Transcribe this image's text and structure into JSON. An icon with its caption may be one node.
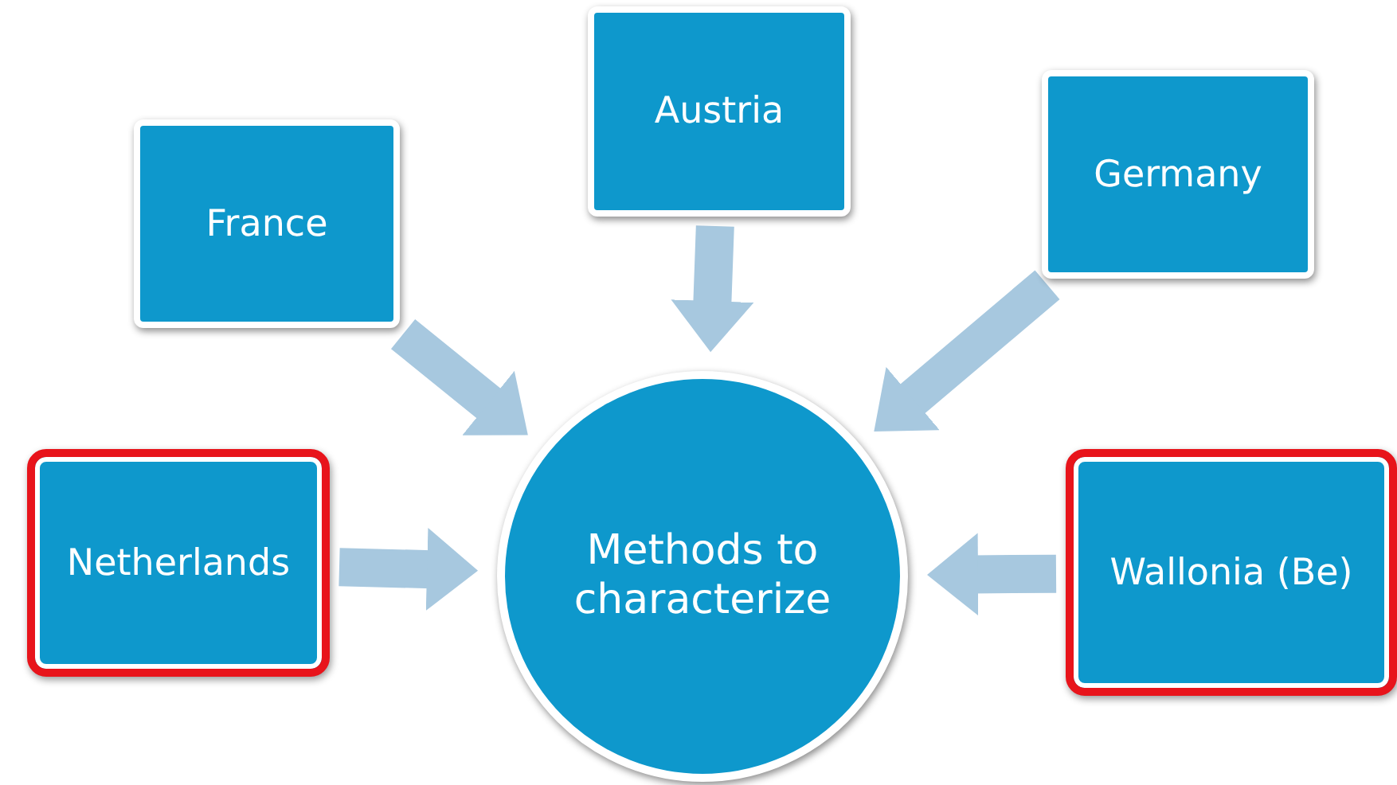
{
  "diagram": {
    "nodes": [
      {
        "text": [
          "Austria"
        ]
      },
      {
        "text": [
          "France"
        ]
      },
      {
        "text": [
          "Germany"
        ]
      },
      {
        "text": [
          "Netherlands"
        ]
      },
      {
        "text": [
          "Methods to characterize"
        ]
      },
      {
        "text": [
          "Wallonia (Be)"
        ]
      }
    ],
    "edges": [
      {
        "from": 0,
        "to": 4,
        "arrow": "to"
      },
      {
        "from": 1,
        "to": 4,
        "arrow": "to"
      },
      {
        "from": 2,
        "to": 4,
        "arrow": "to"
      },
      {
        "from": 3,
        "to": 4,
        "arrow": "to"
      },
      {
        "from": 5,
        "to": 4,
        "arrow": "to"
      }
    ]
  }
}
